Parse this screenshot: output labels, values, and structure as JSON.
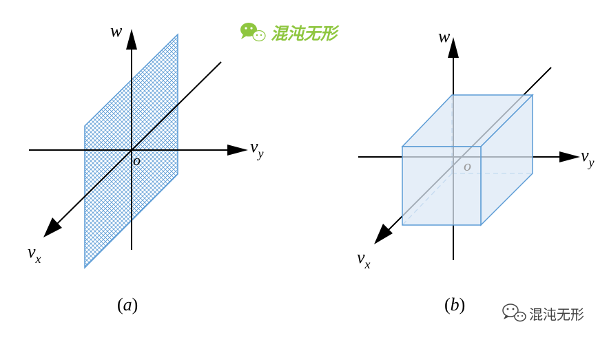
{
  "watermark_top": {
    "icon": "wechat-icon",
    "text": "混沌无形",
    "color": "#8ec63f"
  },
  "watermark_bottom": {
    "icon": "wechat-icon",
    "text": "混沌无形",
    "color": "#444444"
  },
  "panel_a": {
    "caption_open": "(",
    "caption_letter": "a",
    "caption_close": ")",
    "axis_w": "w",
    "axis_vx_base": "v",
    "axis_vx_sub": "x",
    "axis_vy_base": "v",
    "axis_vy_sub": "y",
    "origin": "o",
    "plane_color": "#5b9bd5"
  },
  "panel_b": {
    "caption_open": "(",
    "caption_letter": "b",
    "caption_close": ")",
    "axis_w": "w",
    "axis_vx_base": "v",
    "axis_vx_sub": "x",
    "axis_vy_base": "v",
    "axis_vy_sub": "y",
    "origin": "o",
    "box_fill": "#dce8f5",
    "box_stroke": "#5b9bd5"
  }
}
